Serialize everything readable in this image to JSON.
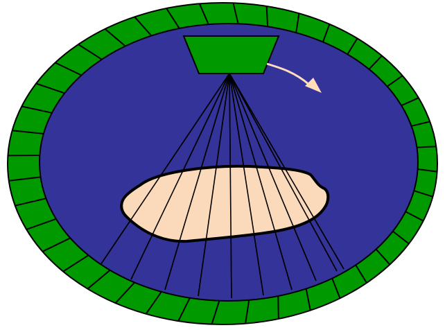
{
  "diagram": {
    "kind": "fan-beam-ct-scanner-schematic",
    "colors": {
      "background": "#ffffff",
      "detector_ring": "#009900",
      "gantry_interior": "#333399",
      "source": "#009900",
      "object": "#ffdcbc",
      "rotation_arrow": "#ffdcbc",
      "outline": "#000000"
    },
    "detector_ring": {
      "segment_count": 40
    },
    "source": {
      "shape": "trapezoid",
      "icon": "x-ray-source-icon"
    },
    "fan_beam": {
      "ray_count": 10
    },
    "object": {
      "shape": "irregular-blob",
      "icon": "patient-cross-section-icon"
    },
    "rotation_arrow": {
      "icon": "rotation-arrow-icon"
    }
  }
}
